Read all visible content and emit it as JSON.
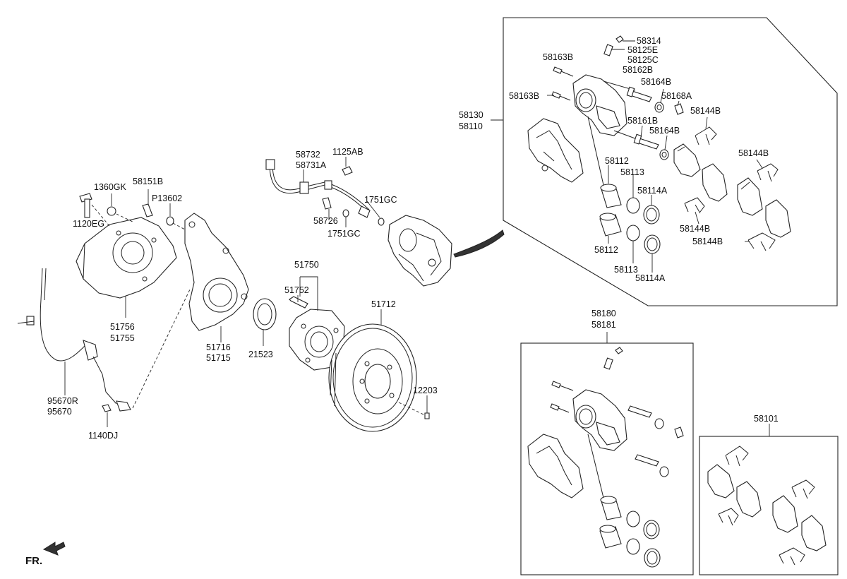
{
  "orientation_label": "FR.",
  "labels": {
    "l58314": "58314",
    "l58125E": "58125E",
    "l58125C": "58125C",
    "l58163B_a": "58163B",
    "l58162B": "58162B",
    "l58164B_a": "58164B",
    "l58163B_b": "58163B",
    "l58168A": "58168A",
    "l58144B_a": "58144B",
    "l58130": "58130",
    "l58110": "58110",
    "l58161B": "58161B",
    "l58164B_b": "58164B",
    "l58144B_b": "58144B",
    "l58112_a": "58112",
    "l58113_a": "58113",
    "l58114A_a": "58114A",
    "l58144B_c": "58144B",
    "l58144B_d": "58144B",
    "l58112_b": "58112",
    "l58113_b": "58113",
    "l58114A_b": "58114A",
    "l58732": "58732",
    "l58731A": "58731A",
    "l1125AB": "1125AB",
    "l1751GC_a": "1751GC",
    "l58726": "58726",
    "l1751GC_b": "1751GC",
    "l1360GK": "1360GK",
    "l58151B": "58151B",
    "lP13602": "P13602",
    "l1120EG": "1120EG",
    "l51756": "51756",
    "l51755": "51755",
    "l51750": "51750",
    "l51752": "51752",
    "l51712": "51712",
    "l51716": "51716",
    "l51715": "51715",
    "l21523": "21523",
    "l12203": "12203",
    "l95670R": "95670R",
    "l95670": "95670",
    "l1140DJ": "1140DJ",
    "l58180": "58180",
    "l58181": "58181",
    "l58101": "58101"
  }
}
